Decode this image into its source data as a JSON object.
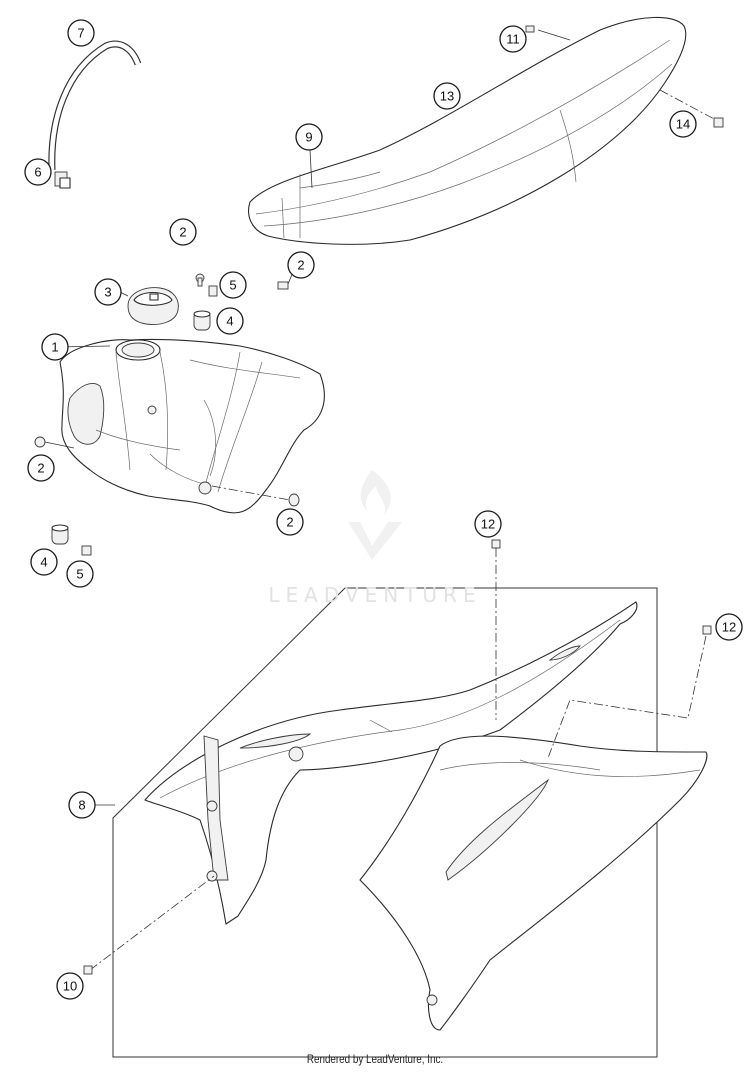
{
  "watermark": {
    "text": "LEADVENTURE"
  },
  "footer": {
    "text": "Rendered by LeadVenture, Inc."
  },
  "callouts": {
    "c1": "1",
    "c2a": "2",
    "c2b": "2",
    "c2c": "2",
    "c2d": "2",
    "c3": "3",
    "c4a": "4",
    "c4b": "4",
    "c5a": "5",
    "c5b": "5",
    "c6": "6",
    "c7": "7",
    "c8": "8",
    "c9": "9",
    "c10": "10",
    "c11": "11",
    "c12a": "12",
    "c12b": "12",
    "c13": "13",
    "c14": "14"
  },
  "icons": {
    "watermark_logo": "flame-v-logo-icon"
  }
}
